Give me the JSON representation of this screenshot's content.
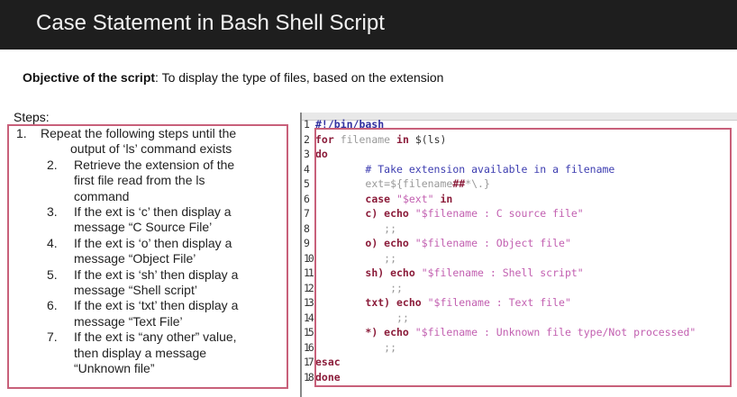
{
  "title": "Case Statement in Bash Shell Script",
  "objective": {
    "label": "Objective of the script",
    "text": ": To display the type of files, based on the extension"
  },
  "steps_label": "Steps:",
  "steps": [
    {
      "num": "1.",
      "lines": [
        "Repeat the following steps until the",
        "output of ‘ls’ command exists"
      ]
    },
    {
      "num": "2.",
      "lines": [
        "Retrieve the extension of the",
        "first file read from the ls",
        "command"
      ]
    },
    {
      "num": "3.",
      "lines": [
        "If the ext is ‘c’ then display a",
        "message “C Source File’"
      ]
    },
    {
      "num": "4.",
      "lines": [
        "If the ext is ‘o’ then display a",
        "message “Object File’"
      ]
    },
    {
      "num": "5.",
      "lines": [
        "If the ext is ‘sh’ then display a",
        "message “Shell script’"
      ]
    },
    {
      "num": "6.",
      "lines": [
        "If the ext is ‘txt’ then display a",
        "message “Text File’"
      ]
    },
    {
      "num": "7.",
      "lines": [
        "If the ext is “any other” value,",
        "then display a message",
        "“Unknown file”"
      ]
    }
  ],
  "code": [
    {
      "n": "1",
      "tokens": [
        [
          "sb",
          "#!/bin/bash"
        ]
      ]
    },
    {
      "n": "2",
      "tokens": [
        [
          "kw",
          "for"
        ],
        [
          "var",
          " filename "
        ],
        [
          "kw",
          "in"
        ],
        [
          "pl",
          " $(ls)"
        ]
      ]
    },
    {
      "n": "3",
      "tokens": [
        [
          "kw",
          "do"
        ]
      ]
    },
    {
      "n": "4",
      "tokens": [
        [
          "pl",
          "        "
        ],
        [
          "cm",
          "# Take extension available in a filename"
        ]
      ]
    },
    {
      "n": "5",
      "tokens": [
        [
          "pl",
          "        "
        ],
        [
          "var",
          "ext=${filename"
        ],
        [
          "kw",
          "##"
        ],
        [
          "var",
          "*\\.}"
        ]
      ]
    },
    {
      "n": "6",
      "tokens": [
        [
          "pl",
          "        "
        ],
        [
          "kw",
          "case"
        ],
        [
          "str",
          " \"$ext\" "
        ],
        [
          "kw",
          "in"
        ]
      ]
    },
    {
      "n": "7",
      "tokens": [
        [
          "pl",
          "        "
        ],
        [
          "kw",
          "c) echo"
        ],
        [
          "str",
          " \"$filename : C source file\""
        ]
      ]
    },
    {
      "n": "8",
      "tokens": [
        [
          "pl",
          "           "
        ],
        [
          "var",
          ";;"
        ]
      ]
    },
    {
      "n": "9",
      "tokens": [
        [
          "pl",
          "        "
        ],
        [
          "kw",
          "o) echo"
        ],
        [
          "str",
          " \"$filename : Object file\""
        ]
      ]
    },
    {
      "n": "10",
      "tokens": [
        [
          "pl",
          "           "
        ],
        [
          "var",
          ";;"
        ]
      ]
    },
    {
      "n": "11",
      "tokens": [
        [
          "pl",
          "        "
        ],
        [
          "kw",
          "sh) echo"
        ],
        [
          "str",
          " \"$filename : Shell script\""
        ]
      ]
    },
    {
      "n": "12",
      "tokens": [
        [
          "pl",
          "            "
        ],
        [
          "var",
          ";;"
        ]
      ]
    },
    {
      "n": "13",
      "tokens": [
        [
          "pl",
          "        "
        ],
        [
          "kw",
          "txt) echo"
        ],
        [
          "str",
          " \"$filename : Text file\""
        ]
      ]
    },
    {
      "n": "14",
      "tokens": [
        [
          "pl",
          "             "
        ],
        [
          "var",
          ";;"
        ]
      ]
    },
    {
      "n": "15",
      "tokens": [
        [
          "pl",
          "        "
        ],
        [
          "kw",
          "*) echo"
        ],
        [
          "str",
          " \"$filename : Unknown file type/Not processed\""
        ]
      ]
    },
    {
      "n": "16",
      "tokens": [
        [
          "pl",
          "           "
        ],
        [
          "var",
          ";;"
        ]
      ]
    },
    {
      "n": "17",
      "tokens": [
        [
          "kw",
          "esac"
        ]
      ]
    },
    {
      "n": "18",
      "tokens": [
        [
          "kw",
          "done"
        ]
      ]
    }
  ]
}
